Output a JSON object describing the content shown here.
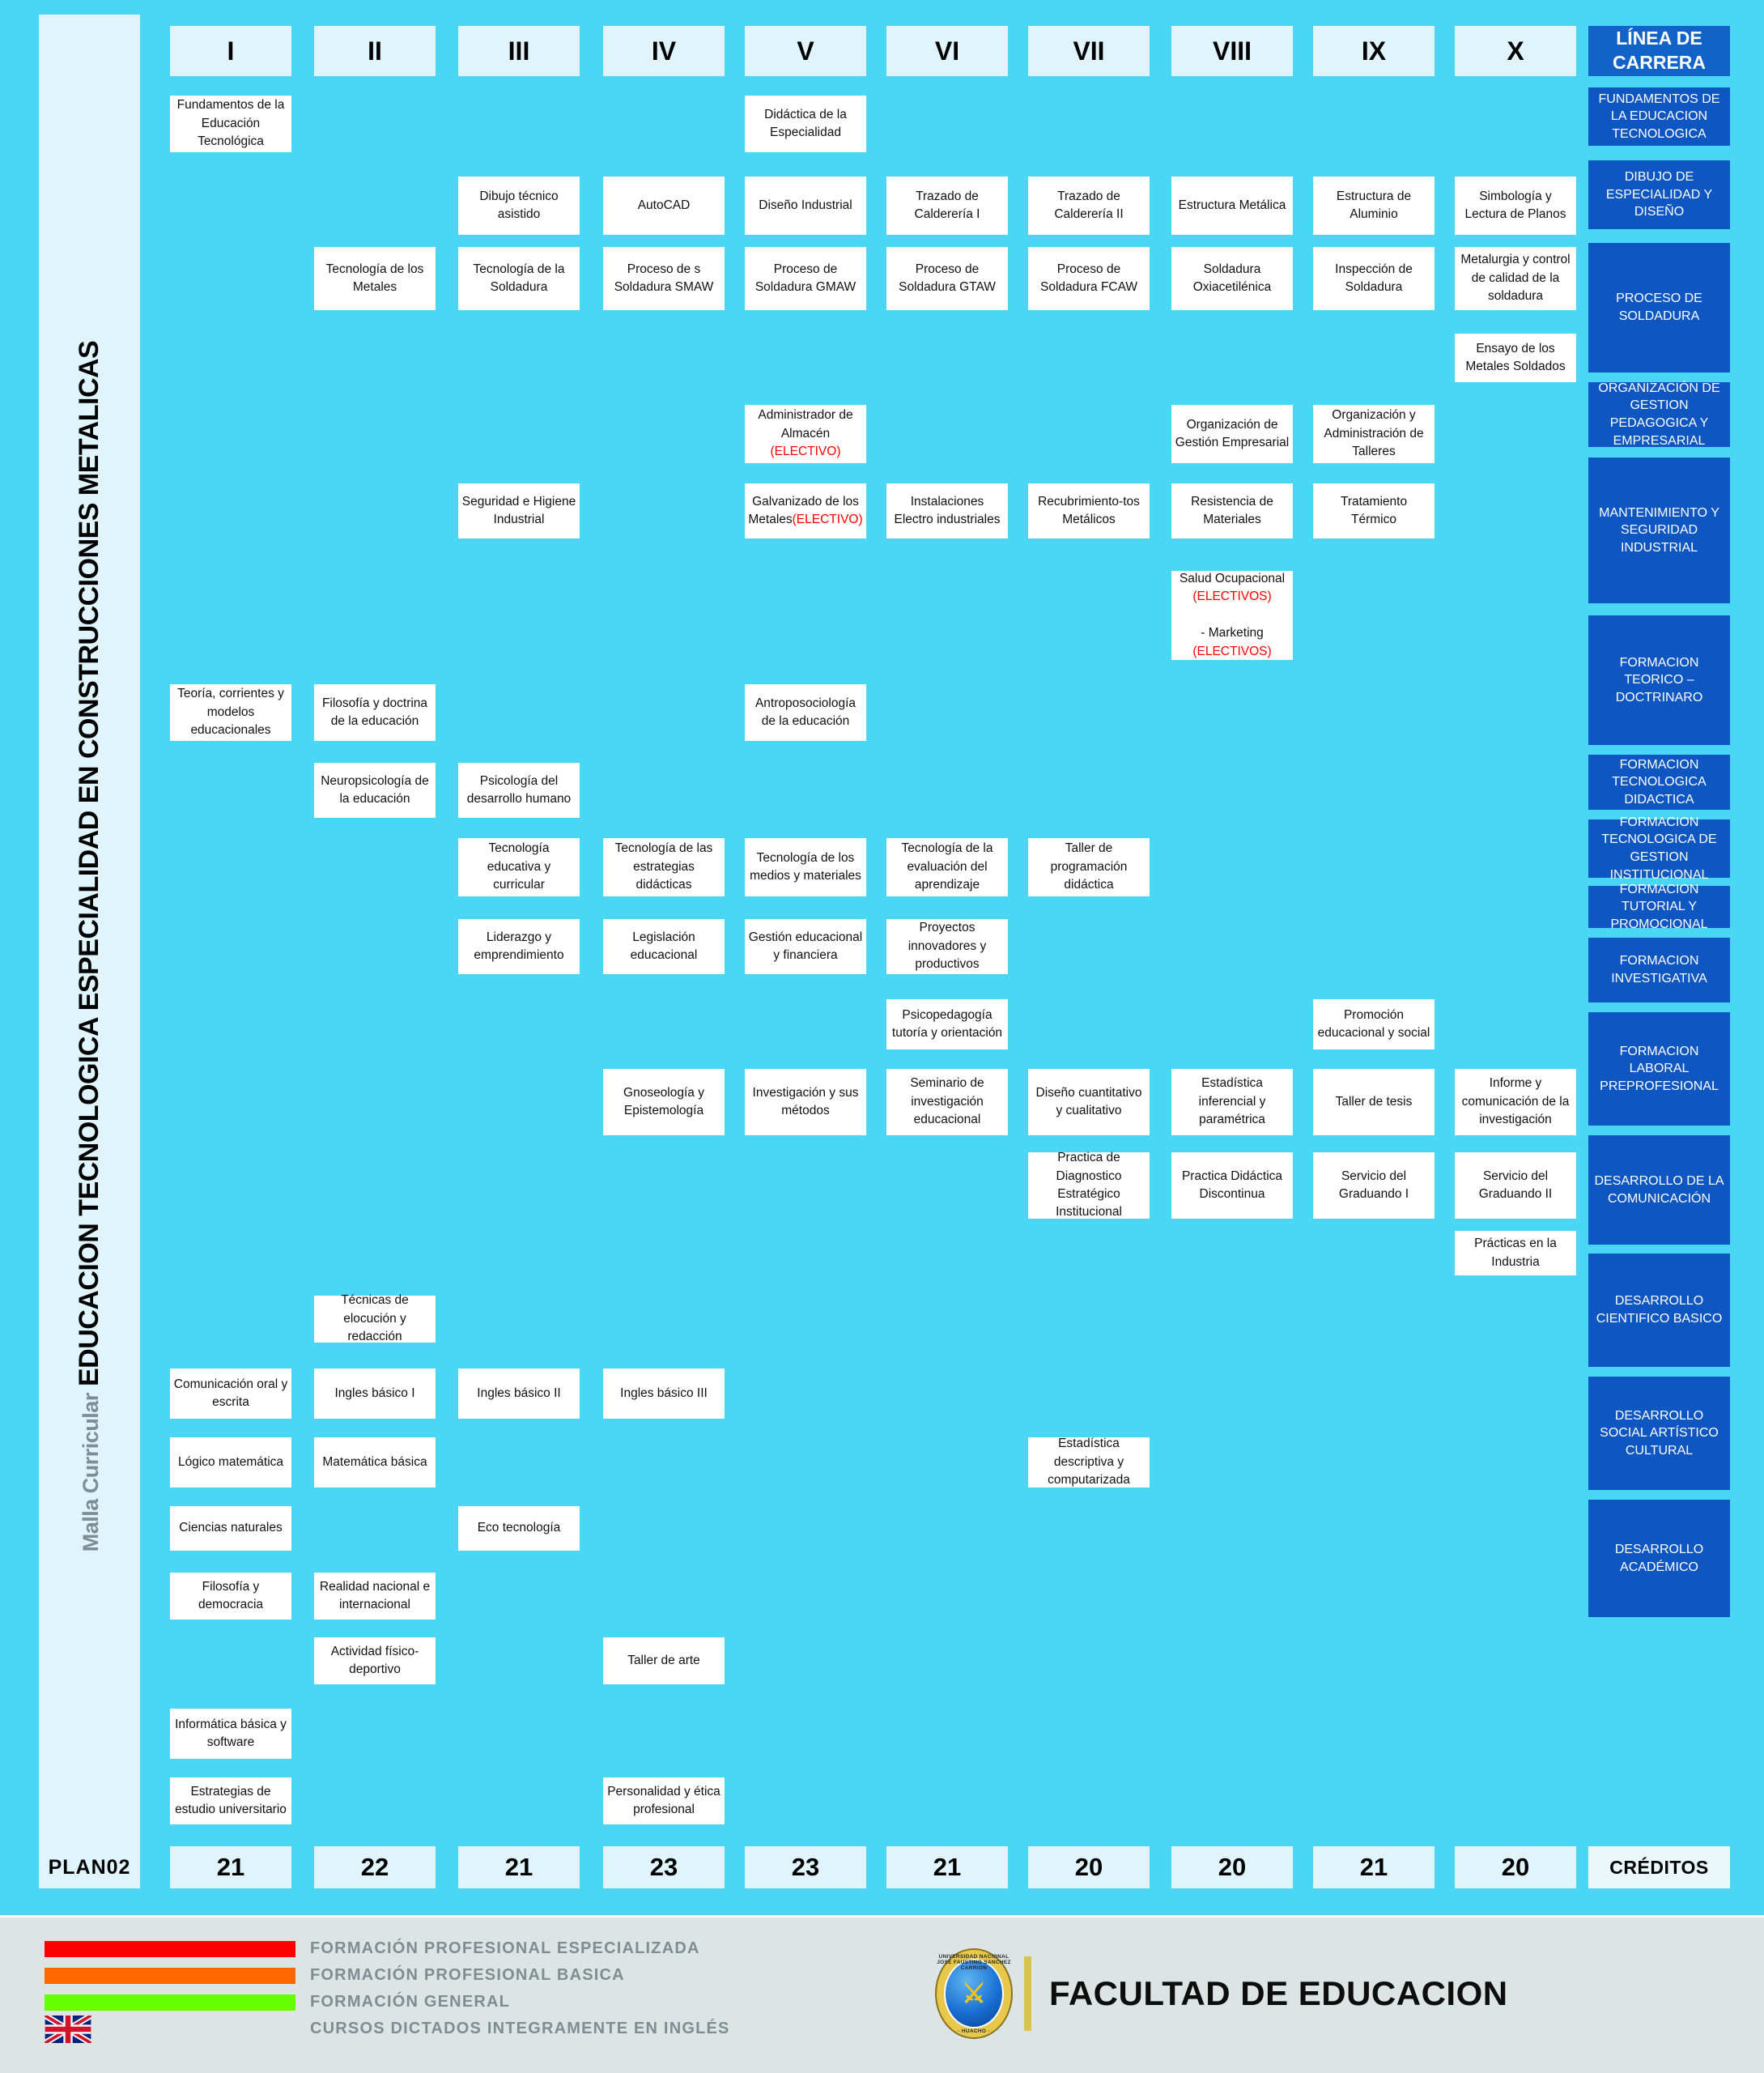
{
  "sidebar": {
    "prefix": "Malla Curricular",
    "title": "EDUCACION TECNOLOGICA ESPECIALIDAD EN CONSTRUCCIONES METALICAS",
    "plan_label": "PLAN02"
  },
  "semesters": [
    "I",
    "II",
    "III",
    "IV",
    "V",
    "VI",
    "VII",
    "VIII",
    "IX",
    "X"
  ],
  "credits": {
    "label": "CRÉDITOS",
    "values": [
      "21",
      "22",
      "21",
      "23",
      "23",
      "21",
      "20",
      "20",
      "21",
      "20"
    ]
  },
  "career_line": {
    "header": "LÍNEA DE CARRERA",
    "items": [
      "FUNDAMENTOS DE LA EDUCACION TECNOLOGICA",
      "DIBUJO DE ESPECIALIDAD Y DISEÑO",
      "PROCESO DE SOLDADURA",
      "ORGANIZACIÓN DE GESTION PEDAGOGICA Y EMPRESARIAL",
      "MANTENIMIENTO Y SEGURIDAD INDUSTRIAL",
      "FORMACION TEORICO – DOCTRINARO",
      "FORMACION TECNOLOGICA DIDACTICA",
      "FORMACION TECNOLOGICA DE GESTION INSTITUCIONAL",
      "FORMACION TUTORIAL Y PROMOCIONAL",
      "FORMACION INVESTIGATIVA",
      "FORMACION LABORAL PREPROFESIONAL",
      "DESARROLLO DE LA COMUNICACIÓN",
      "DESARROLLO CIENTIFICO BASICO",
      "DESARROLLO SOCIAL ARTÍSTICO CULTURAL",
      "DESARROLLO ACADÉMICO"
    ]
  },
  "courses": [
    {
      "name": "Fundamentos de la Educación Tecnológica",
      "col": 1,
      "row": 1
    },
    {
      "name": "Didáctica de la Especialidad",
      "col": 5,
      "row": 1
    },
    {
      "name": "Dibujo técnico asistido",
      "col": 3,
      "row": 2
    },
    {
      "name": "AutoCAD",
      "col": 4,
      "row": 2
    },
    {
      "name": "Diseño Industrial",
      "col": 5,
      "row": 2
    },
    {
      "name": "Trazado de Calderería I",
      "col": 6,
      "row": 2
    },
    {
      "name": "Trazado de Calderería II",
      "col": 7,
      "row": 2
    },
    {
      "name": "Estructura Metálica",
      "col": 8,
      "row": 2
    },
    {
      "name": "Estructura de Aluminio",
      "col": 9,
      "row": 2
    },
    {
      "name": "Simbología y Lectura de Planos",
      "col": 10,
      "row": 2
    },
    {
      "name": "Tecnología de los Metales",
      "col": 2,
      "row": 3
    },
    {
      "name": "Tecnología de la Soldadura",
      "col": 3,
      "row": 3
    },
    {
      "name": "Proceso de s Soldadura SMAW",
      "col": 4,
      "row": 3
    },
    {
      "name": "Proceso de Soldadura GMAW",
      "col": 5,
      "row": 3
    },
    {
      "name": "Proceso de Soldadura GTAW",
      "col": 6,
      "row": 3
    },
    {
      "name": "Proceso de Soldadura FCAW",
      "col": 7,
      "row": 3
    },
    {
      "name": "Soldadura Oxiacetilénica",
      "col": 8,
      "row": 3
    },
    {
      "name": "Inspección de Soldadura",
      "col": 9,
      "row": 3
    },
    {
      "name": "Metalurgia y control de calidad de la soldadura",
      "col": 10,
      "row": 3
    },
    {
      "name": "Ensayo de los Metales Soldados",
      "col": 10,
      "row": 4
    },
    {
      "name": "Administrador de Almacén",
      "elective": "(ELECTIVO)",
      "col": 5,
      "row": 5
    },
    {
      "name": "Organización de Gestión Empresarial",
      "col": 8,
      "row": 5
    },
    {
      "name": "Organización y Administración de Talleres",
      "col": 9,
      "row": 5
    },
    {
      "name": "Seguridad e Higiene Industrial",
      "col": 3,
      "row": 6
    },
    {
      "name": "Galvanizado de los Metales",
      "elective_inline": "(ELECTIVO)",
      "col": 5,
      "row": 6
    },
    {
      "name": "Instalaciones Electro industriales",
      "col": 6,
      "row": 6
    },
    {
      "name": "Recubrimiento-tos Metálicos",
      "col": 7,
      "row": 6
    },
    {
      "name": "Resistencia de Materiales",
      "col": 8,
      "row": 6
    },
    {
      "name": "Tratamiento Térmico",
      "col": 9,
      "row": 6
    },
    {
      "name": "Salud Ocupacional",
      "elective": "(ELECTIVOS)",
      "name2": "- Marketing",
      "elective2": "(ELECTIVOS)",
      "col": 8,
      "row": 7
    },
    {
      "name": "Teoría, corrientes y modelos educacionales",
      "col": 1,
      "row": 8
    },
    {
      "name": "Filosofía y doctrina de la educación",
      "col": 2,
      "row": 8
    },
    {
      "name": "Antroposociología de la educación",
      "col": 5,
      "row": 8
    },
    {
      "name": "Neuropsicología de la educación",
      "col": 2,
      "row": 9
    },
    {
      "name": "Psicología del desarrollo humano",
      "col": 3,
      "row": 9
    },
    {
      "name": "Tecnología educativa y curricular",
      "col": 3,
      "row": 10
    },
    {
      "name": "Tecnología de las estrategias didácticas",
      "col": 4,
      "row": 10
    },
    {
      "name": "Tecnología de los medios y materiales",
      "col": 5,
      "row": 10
    },
    {
      "name": "Tecnología de la evaluación del aprendizaje",
      "col": 6,
      "row": 10
    },
    {
      "name": "Taller de programación didáctica",
      "col": 7,
      "row": 10
    },
    {
      "name": "Liderazgo y emprendimiento",
      "col": 3,
      "row": 11
    },
    {
      "name": "Legislación educacional",
      "col": 4,
      "row": 11
    },
    {
      "name": "Gestión educacional y financiera",
      "col": 5,
      "row": 11
    },
    {
      "name": "Proyectos innovadores y productivos",
      "col": 6,
      "row": 11
    },
    {
      "name": "Psicopedagogía tutoría y orientación",
      "col": 6,
      "row": 12
    },
    {
      "name": "Promoción educacional y social",
      "col": 9,
      "row": 12
    },
    {
      "name": "Gnoseología y Epistemología",
      "col": 4,
      "row": 13
    },
    {
      "name": "Investigación y sus métodos",
      "col": 5,
      "row": 13
    },
    {
      "name": "Seminario de investigación educacional",
      "col": 6,
      "row": 13
    },
    {
      "name": "Diseño cuantitativo y cualitativo",
      "col": 7,
      "row": 13
    },
    {
      "name": "Estadística inferencial y paramétrica",
      "col": 8,
      "row": 13
    },
    {
      "name": "Taller de tesis",
      "col": 9,
      "row": 13
    },
    {
      "name": "Informe y comunicación de la investigación",
      "col": 10,
      "row": 13
    },
    {
      "name": "Practica de Diagnostico Estratégico Institucional",
      "col": 7,
      "row": 14
    },
    {
      "name": "Practica Didáctica Discontinua",
      "col": 8,
      "row": 14
    },
    {
      "name": "Servicio del Graduando I",
      "col": 9,
      "row": 14
    },
    {
      "name": "Servicio del Graduando II",
      "col": 10,
      "row": 14
    },
    {
      "name": "Prácticas en la Industria",
      "col": 10,
      "row": 15
    },
    {
      "name": "Técnicas de elocución y redacción",
      "col": 2,
      "row": 16
    },
    {
      "name": "Comunicación oral y escrita",
      "col": 1,
      "row": 17
    },
    {
      "name": "Ingles básico I",
      "col": 2,
      "row": 17
    },
    {
      "name": "Ingles básico II",
      "col": 3,
      "row": 17
    },
    {
      "name": "Ingles básico III",
      "col": 4,
      "row": 17
    },
    {
      "name": "Lógico matemática",
      "col": 1,
      "row": 18
    },
    {
      "name": "Matemática básica",
      "col": 2,
      "row": 18
    },
    {
      "name": "Estadística descriptiva y computarizada",
      "col": 7,
      "row": 18
    },
    {
      "name": "Ciencias naturales",
      "col": 1,
      "row": 19
    },
    {
      "name": "Eco tecnología",
      "col": 3,
      "row": 19
    },
    {
      "name": "Filosofía y democracia",
      "col": 1,
      "row": 20
    },
    {
      "name": "Realidad nacional e internacional",
      "col": 2,
      "row": 20
    },
    {
      "name": "Actividad físico-deportivo",
      "col": 2,
      "row": 21
    },
    {
      "name": "Taller de arte",
      "col": 4,
      "row": 21
    },
    {
      "name": "Informática básica y software",
      "col": 1,
      "row": 22
    },
    {
      "name": "Estrategias de estudio universitario",
      "col": 1,
      "row": 23
    },
    {
      "name": "Personalidad y ética profesional",
      "col": 4,
      "row": 23
    }
  ],
  "footer": {
    "legend": [
      {
        "label": "FORMACIÓN PROFESIONAL ESPECIALIZADA",
        "color": "#ff0000"
      },
      {
        "label": "FORMACIÓN PROFESIONAL BASICA",
        "color": "#ff6600"
      },
      {
        "label": "FORMACIÓN GENERAL",
        "color": "#66ff00"
      },
      {
        "label": "CURSOS DICTADOS INTEGRAMENTE EN INGLÉS",
        "color": "flag-uk"
      }
    ],
    "faculty_name": "FACULTAD DE EDUCACION",
    "seal_top": "UNIVERSIDAD NACIONAL JOSE FAUSTINO SANCHEZ CARRION",
    "seal_bottom": "· HUACHO ·"
  }
}
